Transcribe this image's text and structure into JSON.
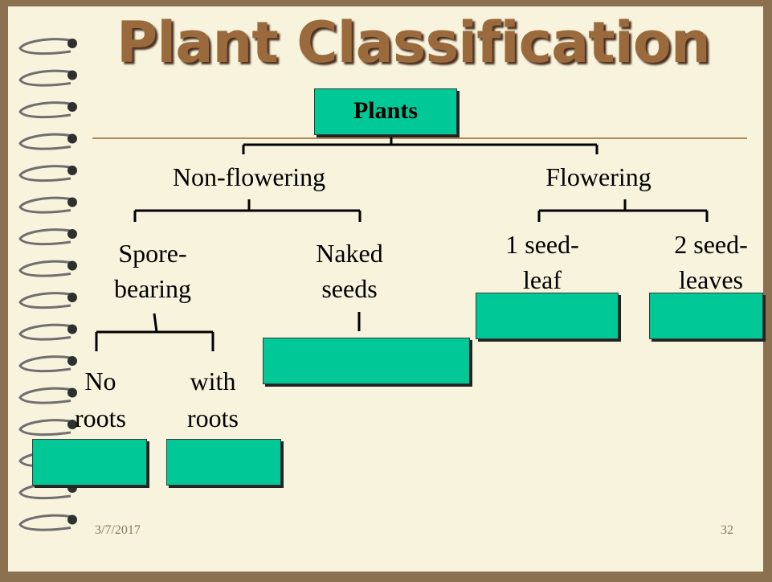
{
  "slide": {
    "title": "Plant Classification",
    "date": "3/7/2017",
    "page_number": "32",
    "colors": {
      "box_fill": "#00c896",
      "paper": "#f7f3dc",
      "frame": "#8b7150",
      "title": "#9b6a3c"
    }
  },
  "tree": {
    "root": "Plants",
    "non_flowering": "Non-flowering",
    "flowering": "Flowering",
    "spore_bearing": [
      "Spore-",
      "bearing"
    ],
    "naked_seeds": [
      "Naked",
      "seeds"
    ],
    "one_seed_leaf": [
      "1 seed-",
      "leaf"
    ],
    "two_seed_leaves": [
      "2 seed-",
      "leaves"
    ],
    "no_roots": [
      "No",
      "roots"
    ],
    "with_roots": [
      "with",
      "roots"
    ]
  }
}
